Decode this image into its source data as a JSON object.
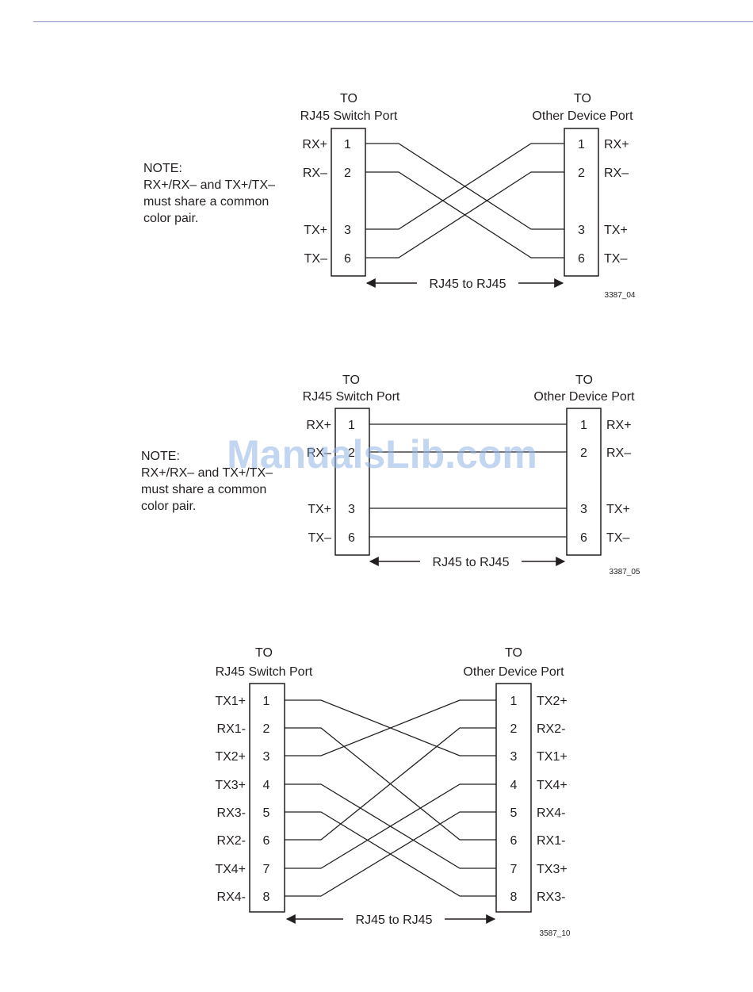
{
  "watermark": "ManualsLib.com",
  "diagrams": [
    {
      "id": "d1",
      "left_header": [
        "TO",
        "RJ45 Switch Port"
      ],
      "right_header": [
        "TO",
        "Other Device Port"
      ],
      "note": [
        "NOTE:",
        "RX+/RX– and TX+/TX–",
        "must share a common",
        "color pair."
      ],
      "left_pins": [
        {
          "pin": "1",
          "signal": "RX+"
        },
        {
          "pin": "2",
          "signal": "RX–"
        },
        {
          "pin": "3",
          "signal": "TX+"
        },
        {
          "pin": "6",
          "signal": "TX–"
        }
      ],
      "right_pins": [
        {
          "pin": "1",
          "signal": "RX+"
        },
        {
          "pin": "2",
          "signal": "RX–"
        },
        {
          "pin": "3",
          "signal": "TX+"
        },
        {
          "pin": "6",
          "signal": "TX–"
        }
      ],
      "connections": [
        [
          0,
          2
        ],
        [
          1,
          3
        ],
        [
          2,
          0
        ],
        [
          3,
          1
        ]
      ],
      "cable_label": "RJ45 to RJ45",
      "ref": "3387_04"
    },
    {
      "id": "d2",
      "left_header": [
        "TO",
        "RJ45 Switch Port"
      ],
      "right_header": [
        "TO",
        "Other Device Port"
      ],
      "note": [
        "NOTE:",
        "RX+/RX– and TX+/TX–",
        "must share a common",
        "color pair."
      ],
      "left_pins": [
        {
          "pin": "1",
          "signal": "RX+"
        },
        {
          "pin": "2",
          "signal": "RX–"
        },
        {
          "pin": "3",
          "signal": "TX+"
        },
        {
          "pin": "6",
          "signal": "TX–"
        }
      ],
      "right_pins": [
        {
          "pin": "1",
          "signal": "RX+"
        },
        {
          "pin": "2",
          "signal": "RX–"
        },
        {
          "pin": "3",
          "signal": "TX+"
        },
        {
          "pin": "6",
          "signal": "TX–"
        }
      ],
      "connections": [
        [
          0,
          0
        ],
        [
          1,
          1
        ],
        [
          2,
          2
        ],
        [
          3,
          3
        ]
      ],
      "cable_label": "RJ45 to RJ45",
      "ref": "3387_05"
    },
    {
      "id": "d3",
      "left_header": [
        "TO",
        "RJ45 Switch Port"
      ],
      "right_header": [
        "TO",
        "Other Device Port"
      ],
      "note": [],
      "left_pins": [
        {
          "pin": "1",
          "signal": "TX1+"
        },
        {
          "pin": "2",
          "signal": "RX1-"
        },
        {
          "pin": "3",
          "signal": "TX2+"
        },
        {
          "pin": "4",
          "signal": "TX3+"
        },
        {
          "pin": "5",
          "signal": "RX3-"
        },
        {
          "pin": "6",
          "signal": "RX2-"
        },
        {
          "pin": "7",
          "signal": "TX4+"
        },
        {
          "pin": "8",
          "signal": "RX4-"
        }
      ],
      "right_pins": [
        {
          "pin": "1",
          "signal": "TX2+"
        },
        {
          "pin": "2",
          "signal": "RX2-"
        },
        {
          "pin": "3",
          "signal": "TX1+"
        },
        {
          "pin": "4",
          "signal": "TX4+"
        },
        {
          "pin": "5",
          "signal": "RX4-"
        },
        {
          "pin": "6",
          "signal": "RX1-"
        },
        {
          "pin": "7",
          "signal": "TX3+"
        },
        {
          "pin": "8",
          "signal": "RX3-"
        }
      ],
      "connections": [
        [
          0,
          2
        ],
        [
          1,
          5
        ],
        [
          2,
          0
        ],
        [
          3,
          6
        ],
        [
          4,
          7
        ],
        [
          5,
          1
        ],
        [
          6,
          3
        ],
        [
          7,
          4
        ]
      ],
      "cable_label": "RJ45 to RJ45",
      "ref": "3587_10"
    }
  ]
}
